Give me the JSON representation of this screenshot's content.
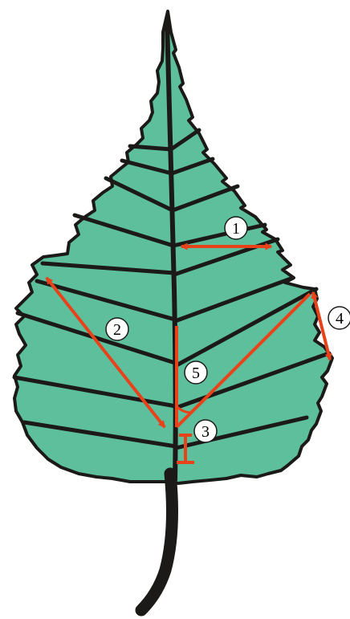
{
  "diagram": {
    "colors": {
      "blade_fill": "#5dbf9b",
      "vein": "#1b1a18",
      "measure": "#e8421b",
      "marker_fill": "#ffffff",
      "marker_stroke": "#1b1a18"
    },
    "markers": [
      {
        "id": "1",
        "label": "1"
      },
      {
        "id": "2",
        "label": "2"
      },
      {
        "id": "3",
        "label": "3"
      },
      {
        "id": "4",
        "label": "4"
      },
      {
        "id": "5",
        "label": "5"
      }
    ]
  }
}
